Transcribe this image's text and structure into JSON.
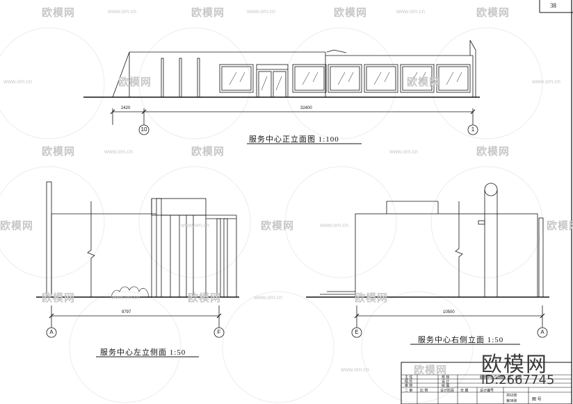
{
  "sheet": {
    "page_number": "38"
  },
  "views": {
    "front": {
      "title": "服务中心正立面图  1:100",
      "dims": [
        "2420",
        "32400"
      ],
      "axes": [
        "10",
        "1"
      ]
    },
    "left": {
      "title": "服务中心左立侧面    1:50",
      "dims": [
        "9797"
      ],
      "axes": [
        "A",
        "F"
      ]
    },
    "right": {
      "title": "服务中心右侧立面    1:50",
      "dims": [
        "10500"
      ],
      "axes": [
        "E",
        "A"
      ]
    }
  },
  "title_block": {
    "rows": [
      [
        "主 任",
        "校 核",
        "服务中心立面图、剖、立面"
      ],
      [
        "组 长",
        "设 计",
        ""
      ],
      [
        "审 核",
        "绘 图",
        ""
      ],
      [
        "二 审",
        "比 例",
        "设计阶段",
        "日 期",
        "设计编号"
      ]
    ],
    "sheet_total": "共63张",
    "sheet_no": "第38张",
    "drawing_no_label": "图 号"
  },
  "watermark": {
    "logo": "欧模网",
    "url": "www.om.cn",
    "big_logo": "欧模网",
    "id": "ID:2667745"
  }
}
